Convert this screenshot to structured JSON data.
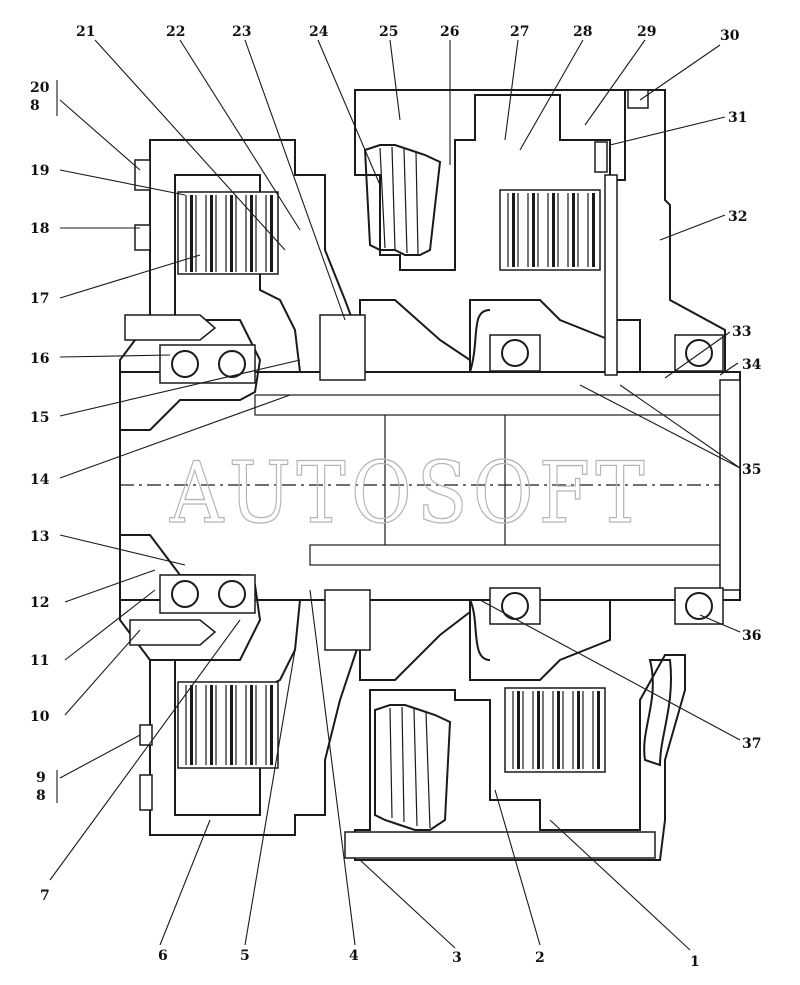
{
  "watermark": "AUTOSOFT",
  "labels": {
    "n1": "1",
    "n2": "2",
    "n3": "3",
    "n4": "4",
    "n5": "5",
    "n6": "6",
    "n7": "7",
    "n10": "10",
    "n11": "11",
    "n12": "12",
    "n13": "13",
    "n14": "14",
    "n15": "15",
    "n16": "16",
    "n17": "17",
    "n18": "18",
    "n19": "19",
    "n21": "21",
    "n22": "22",
    "n23": "23",
    "n24": "24",
    "n25": "25",
    "n26": "26",
    "n27": "27",
    "n28": "28",
    "n29": "29",
    "n30": "30",
    "n31": "31",
    "n32": "32",
    "n33": "33",
    "n34": "34",
    "n35": "35",
    "n36": "36",
    "n37": "37",
    "pair_top": {
      "upper": "20",
      "lower": "8"
    },
    "pair_bottom": {
      "upper": "9",
      "lower": "8"
    }
  }
}
